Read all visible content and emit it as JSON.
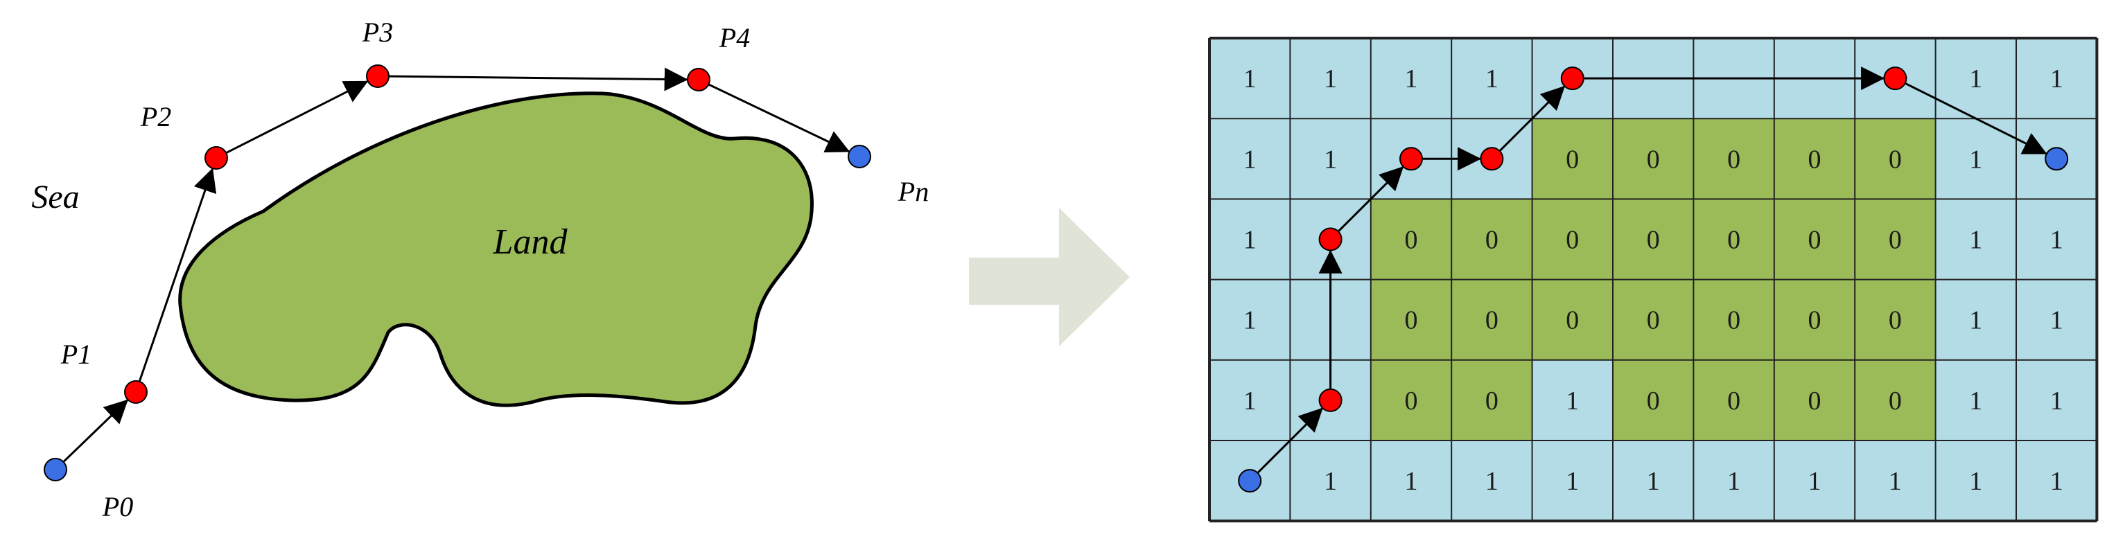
{
  "left_panel": {
    "sea_label": "Sea",
    "land_label": "Land",
    "points": [
      {
        "id": "P0",
        "label": "P0",
        "role": "endpoint"
      },
      {
        "id": "P1",
        "label": "P1",
        "role": "waypoint"
      },
      {
        "id": "P2",
        "label": "P2",
        "role": "waypoint"
      },
      {
        "id": "P3",
        "label": "P3",
        "role": "waypoint"
      },
      {
        "id": "P4",
        "label": "P4",
        "role": "waypoint"
      },
      {
        "id": "Pn",
        "label": "Pn",
        "role": "endpoint"
      }
    ]
  },
  "grid": {
    "rows": 6,
    "cols": 11,
    "cells": [
      [
        "1",
        "1",
        "1",
        "1",
        "",
        "",
        "",
        "",
        "",
        "1",
        "1"
      ],
      [
        "1",
        "1",
        "",
        "",
        "0",
        "0",
        "0",
        "0",
        "0",
        "1",
        ""
      ],
      [
        "1",
        "",
        "0",
        "0",
        "0",
        "0",
        "0",
        "0",
        "0",
        "1",
        "1"
      ],
      [
        "1",
        "",
        "0",
        "0",
        "0",
        "0",
        "0",
        "0",
        "0",
        "1",
        "1"
      ],
      [
        "1",
        "",
        "0",
        "0",
        "1",
        "0",
        "0",
        "0",
        "0",
        "1",
        "1"
      ],
      [
        "",
        "1",
        "1",
        "1",
        "1",
        "1",
        "1",
        "1",
        "1",
        "1",
        "1"
      ]
    ],
    "cell_types": [
      [
        "sea",
        "sea",
        "sea",
        "sea",
        "sea",
        "sea",
        "sea",
        "sea",
        "sea",
        "sea",
        "sea"
      ],
      [
        "sea",
        "sea",
        "sea",
        "sea",
        "land",
        "land",
        "land",
        "land",
        "land",
        "sea",
        "sea"
      ],
      [
        "sea",
        "sea",
        "land",
        "land",
        "land",
        "land",
        "land",
        "land",
        "land",
        "sea",
        "sea"
      ],
      [
        "sea",
        "sea",
        "land",
        "land",
        "land",
        "land",
        "land",
        "land",
        "land",
        "sea",
        "sea"
      ],
      [
        "sea",
        "sea",
        "land",
        "land",
        "sea",
        "land",
        "land",
        "land",
        "land",
        "sea",
        "sea"
      ],
      [
        "sea",
        "sea",
        "sea",
        "sea",
        "sea",
        "sea",
        "sea",
        "sea",
        "sea",
        "sea",
        "sea"
      ]
    ],
    "path": [
      {
        "col": 0,
        "row": 5,
        "role": "endpoint"
      },
      {
        "col": 1,
        "row": 4,
        "role": "waypoint"
      },
      {
        "col": 1,
        "row": 2,
        "role": "waypoint"
      },
      {
        "col": 2,
        "row": 1,
        "role": "waypoint"
      },
      {
        "col": 3,
        "row": 1,
        "role": "waypoint"
      },
      {
        "col": 4,
        "row": 0,
        "role": "waypoint"
      },
      {
        "col": 8,
        "row": 0,
        "role": "waypoint"
      },
      {
        "col": 10,
        "row": 1,
        "role": "endpoint"
      }
    ]
  },
  "colors": {
    "sea_cell": "#b4dce6",
    "land": "#9bbb59",
    "waypoint": "#ff0000",
    "endpoint": "#3a6fe6",
    "arrow_shape": "#dfe4d6",
    "line": "#000000"
  }
}
